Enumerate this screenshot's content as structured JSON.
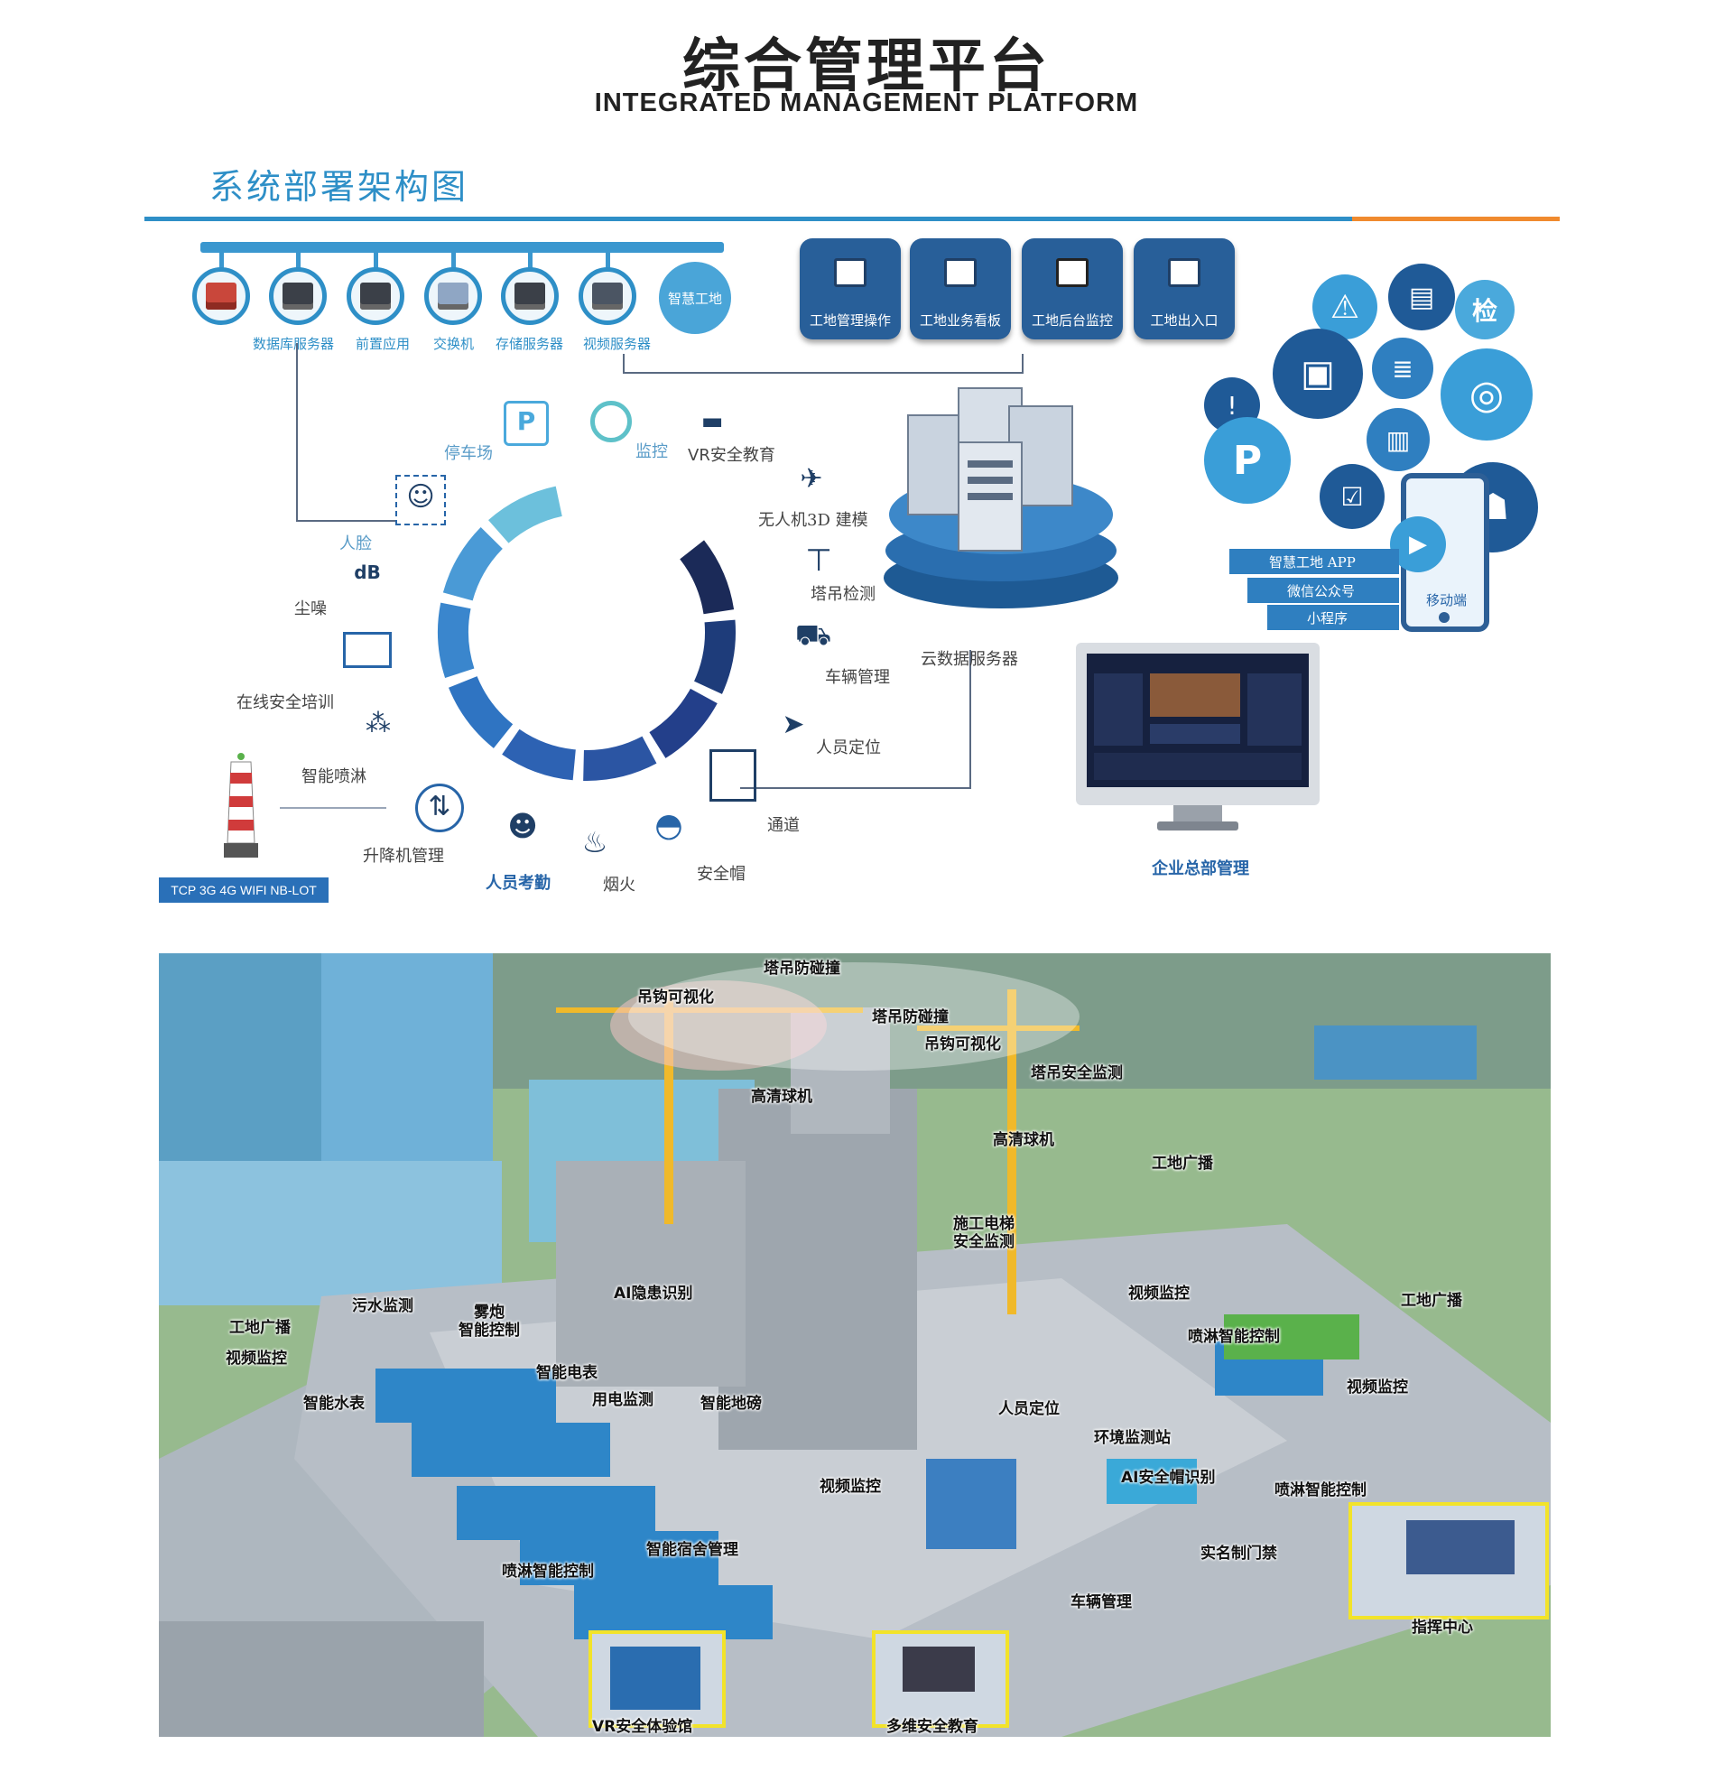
{
  "header": {
    "title_cn": "综合管理平台",
    "title_en": "INTEGRATED MANAGEMENT PLATFORM",
    "section_title": "系统部署架构图"
  },
  "colors": {
    "primary_blue": "#2e8fc7",
    "accent_orange": "#f08a2e",
    "tile_blue": "#285f99",
    "navy": "#1f3f66"
  },
  "servers": {
    "labels": [
      "数据库服务器",
      "前置应用",
      "交换机",
      "存储服务器",
      "视频服务器"
    ],
    "hub": "智慧工地"
  },
  "tiles": [
    "工地管理操作",
    "工地业务看板",
    "工地后台监控",
    "工地出入口"
  ],
  "modules": {
    "parking": "停车场",
    "monitor": "监控",
    "vr": "VR安全教育",
    "face": "人脸",
    "drone": "无人机3D 建模",
    "dust": "尘噪",
    "crane": "塔吊检测",
    "training": "在线安全培训",
    "vehicle": "车辆管理",
    "spray": "智能喷淋",
    "locate": "人员定位",
    "elevator": "升降机管理",
    "channel": "通道",
    "attendance": "人员考勤",
    "fire": "烟火",
    "helmet": "安全帽",
    "db_icon_text": "dB"
  },
  "cloud_label": "云数据服务器",
  "enterprise_label": "企业总部管理",
  "network_badge": "TCP 3G 4G WIFI NB-LOT",
  "bubbles": {
    "check_char": "检"
  },
  "apps": {
    "app": "智慧工地 APP",
    "wechat": "微信公众号",
    "mini": "小程序",
    "mobile": "移动端"
  },
  "donut": {
    "segments": 9
  },
  "scene_callouts": [
    "塔吊防碰撞",
    "吊钩可视化",
    "塔吊防碰撞",
    "吊钩可视化",
    "塔吊安全监测",
    "高清球机",
    "高清球机",
    "工地广播",
    "施工电梯\n安全监测",
    "AI隐患识别",
    "视频监控",
    "工地广播",
    "污水监测",
    "雾炮\n智能控制",
    "工地广播",
    "视频监控",
    "喷淋智能控制",
    "智能电表",
    "视频监控",
    "智能水表",
    "用电监测",
    "智能地磅",
    "人员定位",
    "环境监测站",
    "视频监控",
    "AI安全帽识别",
    "喷淋智能控制",
    "智能宿舍管理",
    "喷淋智能控制",
    "实名制门禁",
    "车辆管理",
    "指挥中心",
    "VR安全体验馆",
    "多维安全教育"
  ]
}
